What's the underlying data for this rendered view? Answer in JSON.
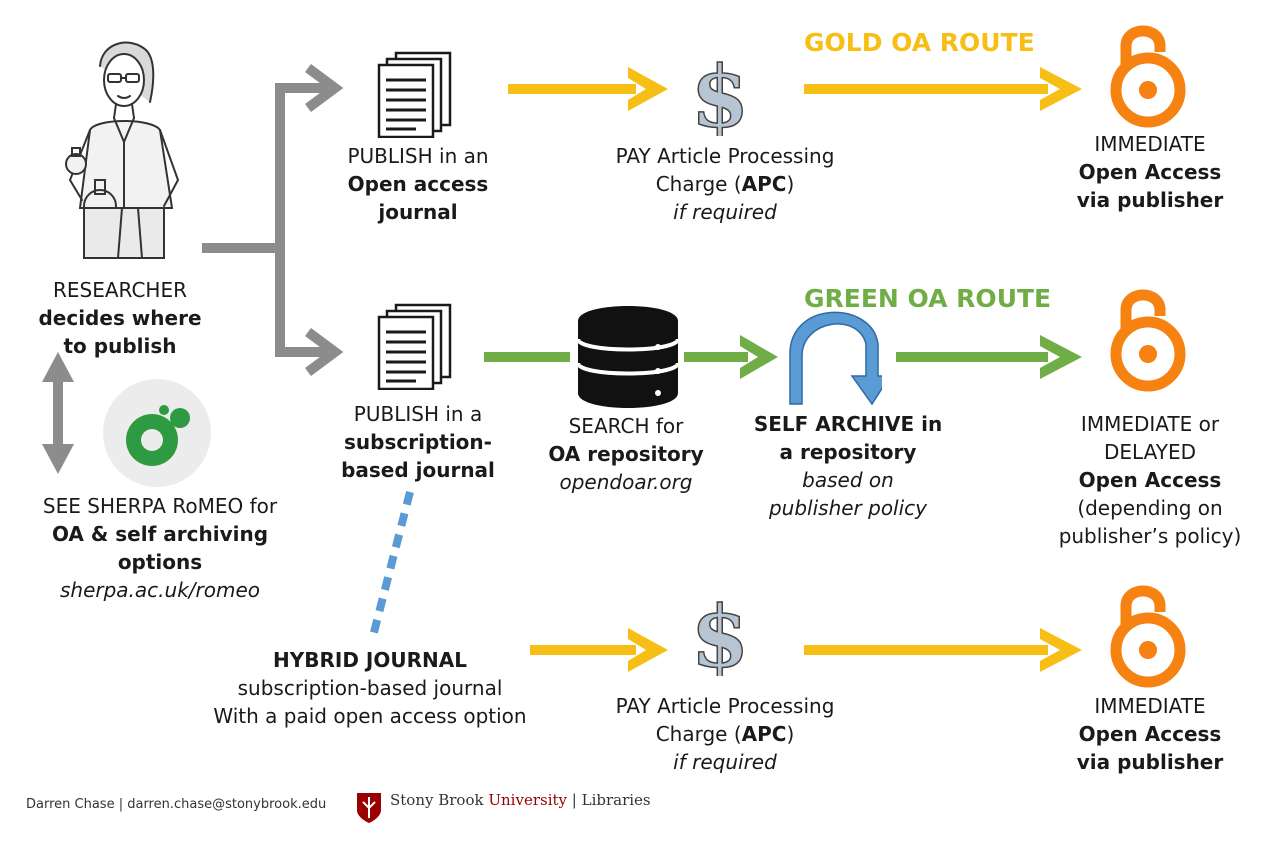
{
  "colors": {
    "gold": "#f7be16",
    "green": "#70ad47",
    "grey": "#8c8c8c",
    "blue": "#5b9bd5",
    "orange": "#f68212",
    "red": "#990000"
  },
  "routes": {
    "gold": "GOLD OA ROUTE",
    "green": "GREEN OA ROUTE"
  },
  "researcher": {
    "l1": "RESEARCHER",
    "l2": "decides where",
    "l3": "to publish"
  },
  "sherpa": {
    "l1": "SEE SHERPA RoMEO for",
    "l2": "OA & self archiving",
    "l3": "options",
    "l4": "sherpa.ac.uk/romeo"
  },
  "oa_journal": {
    "l1": "PUBLISH in an",
    "l2": "Open access",
    "l3": "journal"
  },
  "sub_journal": {
    "l1": "PUBLISH in a",
    "l2": "subscription-",
    "l3": "based journal"
  },
  "hybrid": {
    "l1": "HYBRID JOURNAL",
    "l2": "subscription-based journal",
    "l3": "With a paid open access option"
  },
  "apc_top": {
    "l1": "PAY Article Processing",
    "l2a": "Charge (",
    "l2b": "APC",
    "l2c": ")",
    "l3": "if required"
  },
  "apc_bottom": {
    "l1": "PAY Article Processing",
    "l2a": "Charge (",
    "l2b": "APC",
    "l2c": ")",
    "l3": "if required"
  },
  "search": {
    "l1": "SEARCH for",
    "l2": "OA repository",
    "l3": "opendoar.org"
  },
  "self_archive": {
    "l1": "SELF ARCHIVE in",
    "l2": "a repository",
    "l3": "based on",
    "l4": "publisher policy"
  },
  "oa_top": {
    "l1": "IMMEDIATE",
    "l2": "Open Access",
    "l3": "via publisher"
  },
  "oa_mid": {
    "l1": "IMMEDIATE or",
    "l2": "DELAYED",
    "l3": "Open Access",
    "l4": "(depending on",
    "l5": "publisher’s policy)"
  },
  "oa_bottom": {
    "l1": "IMMEDIATE",
    "l2": "Open Access",
    "l3": "via publisher"
  },
  "footer": {
    "credit": "Darren Chase | darren.chase@stonybrook.edu",
    "sbu_name": "Stony Brook",
    "sbu_univ": "University",
    "sbu_lib": "| Libraries"
  }
}
